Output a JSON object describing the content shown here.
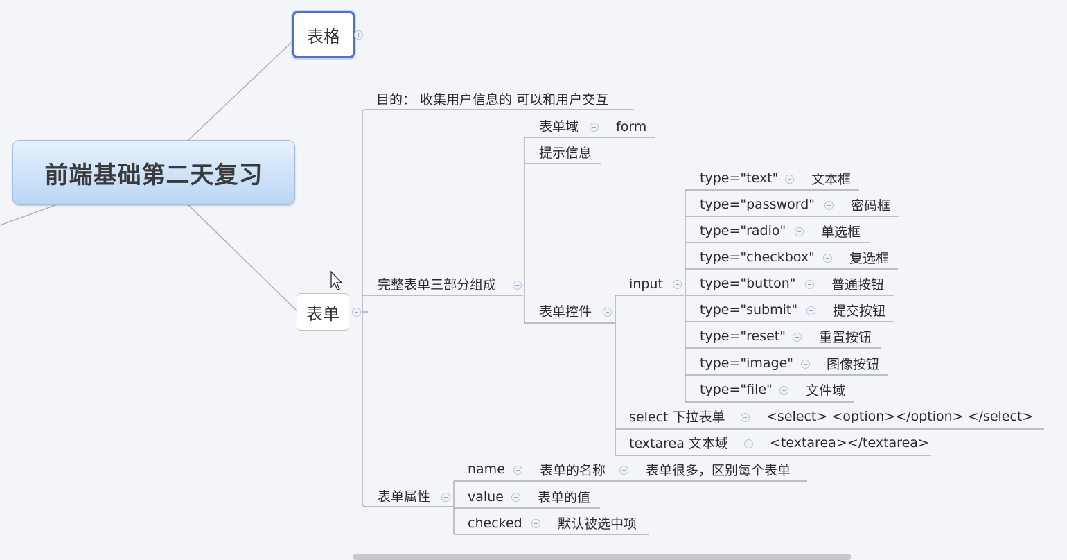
{
  "root": {
    "label": "前端基础第二天复习"
  },
  "table_node": {
    "label": "表格"
  },
  "form_node": {
    "label": "表单"
  },
  "purpose": {
    "label": "目的：  收集用户信息的  可以和用户交互"
  },
  "parts": {
    "label": "完整表单三部分组成",
    "form_field": {
      "label": "表单域",
      "value": "form"
    },
    "hint": {
      "label": "提示信息"
    },
    "controls": {
      "label": "表单控件",
      "input": {
        "label": "input",
        "types": [
          {
            "type": "type=\"text\"",
            "desc": "文本框"
          },
          {
            "type": "type=\"password\"",
            "desc": "密码框"
          },
          {
            "type": "type=\"radio\"",
            "desc": "单选框"
          },
          {
            "type": "type=\"checkbox\"",
            "desc": "复选框"
          },
          {
            "type": "type=\"button\"",
            "desc": "普通按钮"
          },
          {
            "type": "type=\"submit\"",
            "desc": "提交按钮"
          },
          {
            "type": "type=\"reset\"",
            "desc": "重置按钮"
          },
          {
            "type": "type=\"image\"",
            "desc": "图像按钮"
          },
          {
            "type": "type=\"file\"",
            "desc": "文件域"
          }
        ]
      },
      "select": {
        "label": "select  下拉表单",
        "code": "<select>  <option></option>  </select>"
      },
      "textarea": {
        "label": "textarea  文本域",
        "code": "<textarea></textarea>"
      }
    }
  },
  "attrs": {
    "label": "表单属性",
    "name": {
      "label": "name",
      "desc": "表单的名称",
      "note": "表单很多，区别每个表单"
    },
    "value": {
      "label": "value",
      "desc": "表单的值"
    },
    "checked": {
      "label": "checked",
      "desc": "默认被选中项"
    }
  },
  "colors": {
    "line": "#a9adb5",
    "root_top": "#e6f1fd",
    "root_bottom": "#bad6f4",
    "selected_border": "#4a73c9"
  }
}
